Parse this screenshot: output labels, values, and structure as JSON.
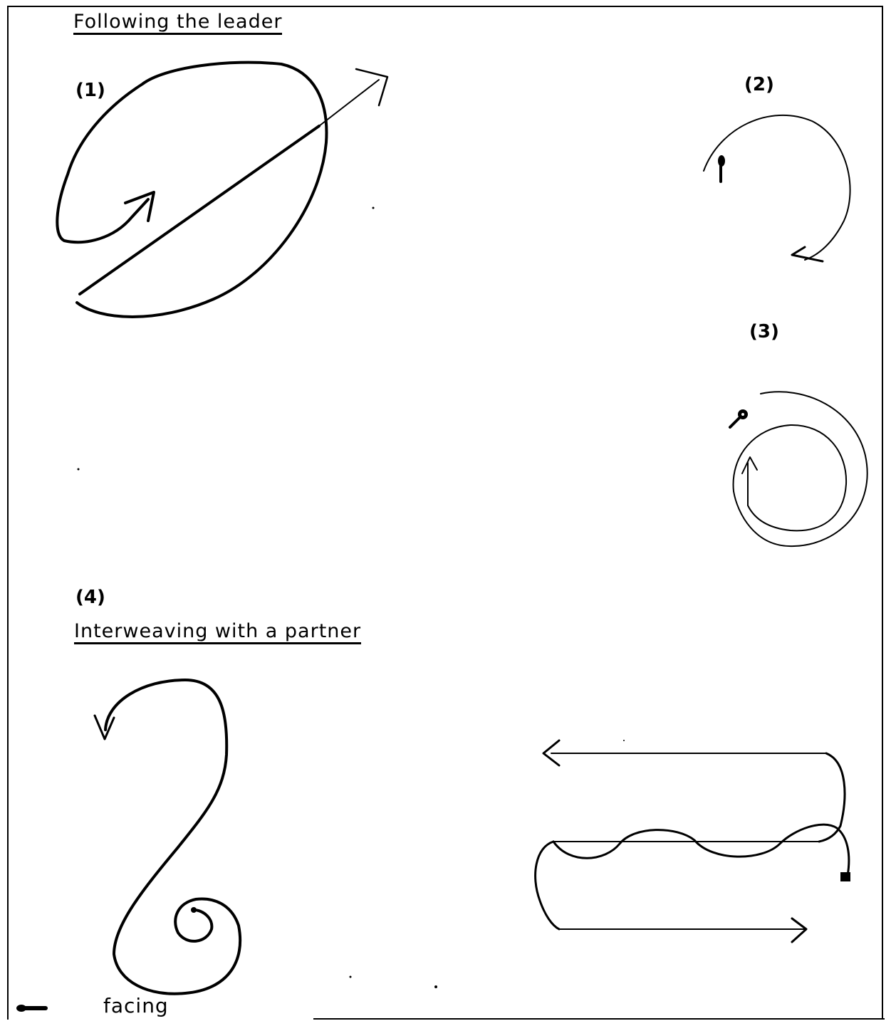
{
  "section1": {
    "title": "Following the leader"
  },
  "figures": {
    "fig1": "(1)",
    "fig2": "(2)",
    "fig3": "(3)",
    "fig4": "(4)"
  },
  "section2": {
    "title": "Interweaving with a partner"
  },
  "legend": {
    "label": "facing",
    "icon": "facing-marker-icon"
  }
}
